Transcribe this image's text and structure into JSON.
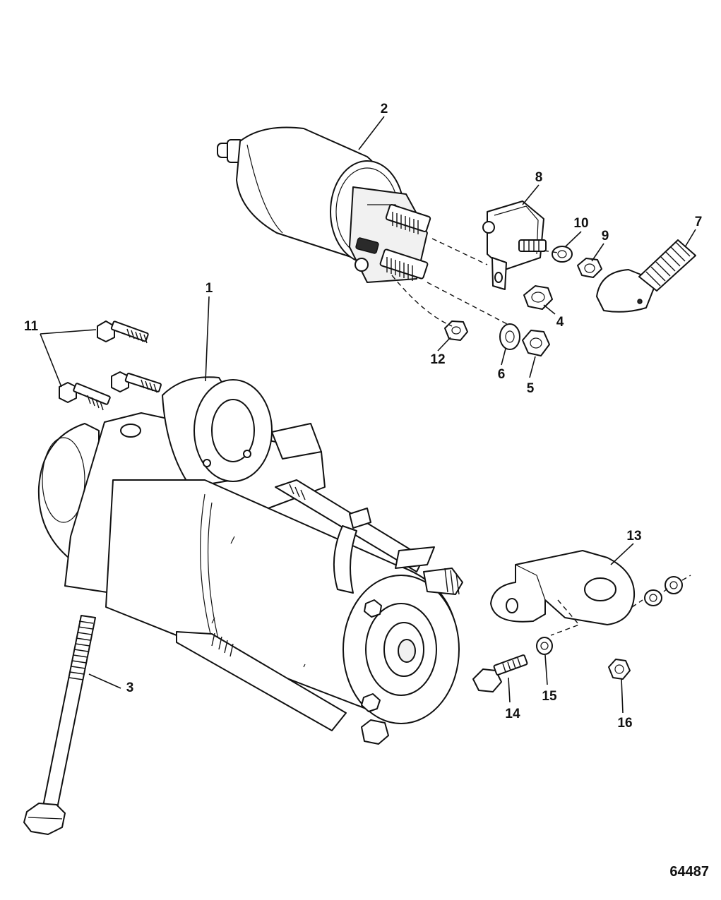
{
  "figure_number": "64487",
  "callouts": {
    "c1": "1",
    "c2": "2",
    "c3": "3",
    "c4": "4",
    "c5": "5",
    "c6": "6",
    "c7": "7",
    "c8": "8",
    "c9": "9",
    "c10": "10",
    "c11": "11",
    "c12": "12",
    "c13": "13",
    "c14": "14",
    "c15": "15",
    "c16": "16"
  }
}
